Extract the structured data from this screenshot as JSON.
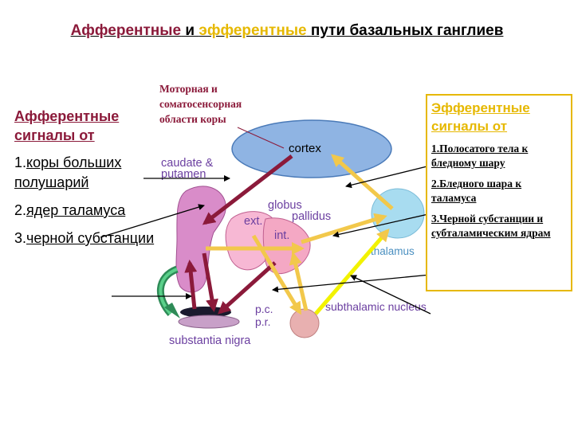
{
  "title": {
    "afferent": "Афферентные",
    "and": " и ",
    "efferent": "эфферентные",
    "rest": " пути базальных ганглиев"
  },
  "motor_label": "Моторная и соматосенсорная области коры",
  "afferent_panel": {
    "heading": "Афферентные сигналы от",
    "items": [
      {
        "num": "1.",
        "text": "коры больших полушарий"
      },
      {
        "num": "2.",
        "text": "ядер таламуса"
      },
      {
        "num": "3.",
        "text": "черной субстанции"
      }
    ]
  },
  "efferent_panel": {
    "heading": "Эфферентные сигналы от",
    "items": [
      "1.Полосатого тела к бледному шару",
      "2.Бледного шара к таламуса",
      "3.Черной субстанции и субталамическим ядрам"
    ]
  },
  "diagram_labels": {
    "cortex": "cortex",
    "caudate": "caudate &",
    "putamen": "putamen",
    "globus": "globus",
    "pallidus": "pallidus",
    "ext": "ext.",
    "int": "int.",
    "thalamus": "thalamus",
    "pc": "p.c.",
    "pr": "p.r.",
    "substantia": "substantia nigra",
    "subthalamic": "subthalamic nucleus"
  },
  "colors": {
    "afferent": "#8b1a3a",
    "efferent": "#e6b800",
    "cortex_fill": "#8fb4e3",
    "caudate_fill": "#d98cc9",
    "gp_fill": "#f7b8d4",
    "thalamus_fill": "#a8dcf0",
    "stn_fill": "#e8b0b0",
    "label_purple": "#6b3fa0"
  }
}
